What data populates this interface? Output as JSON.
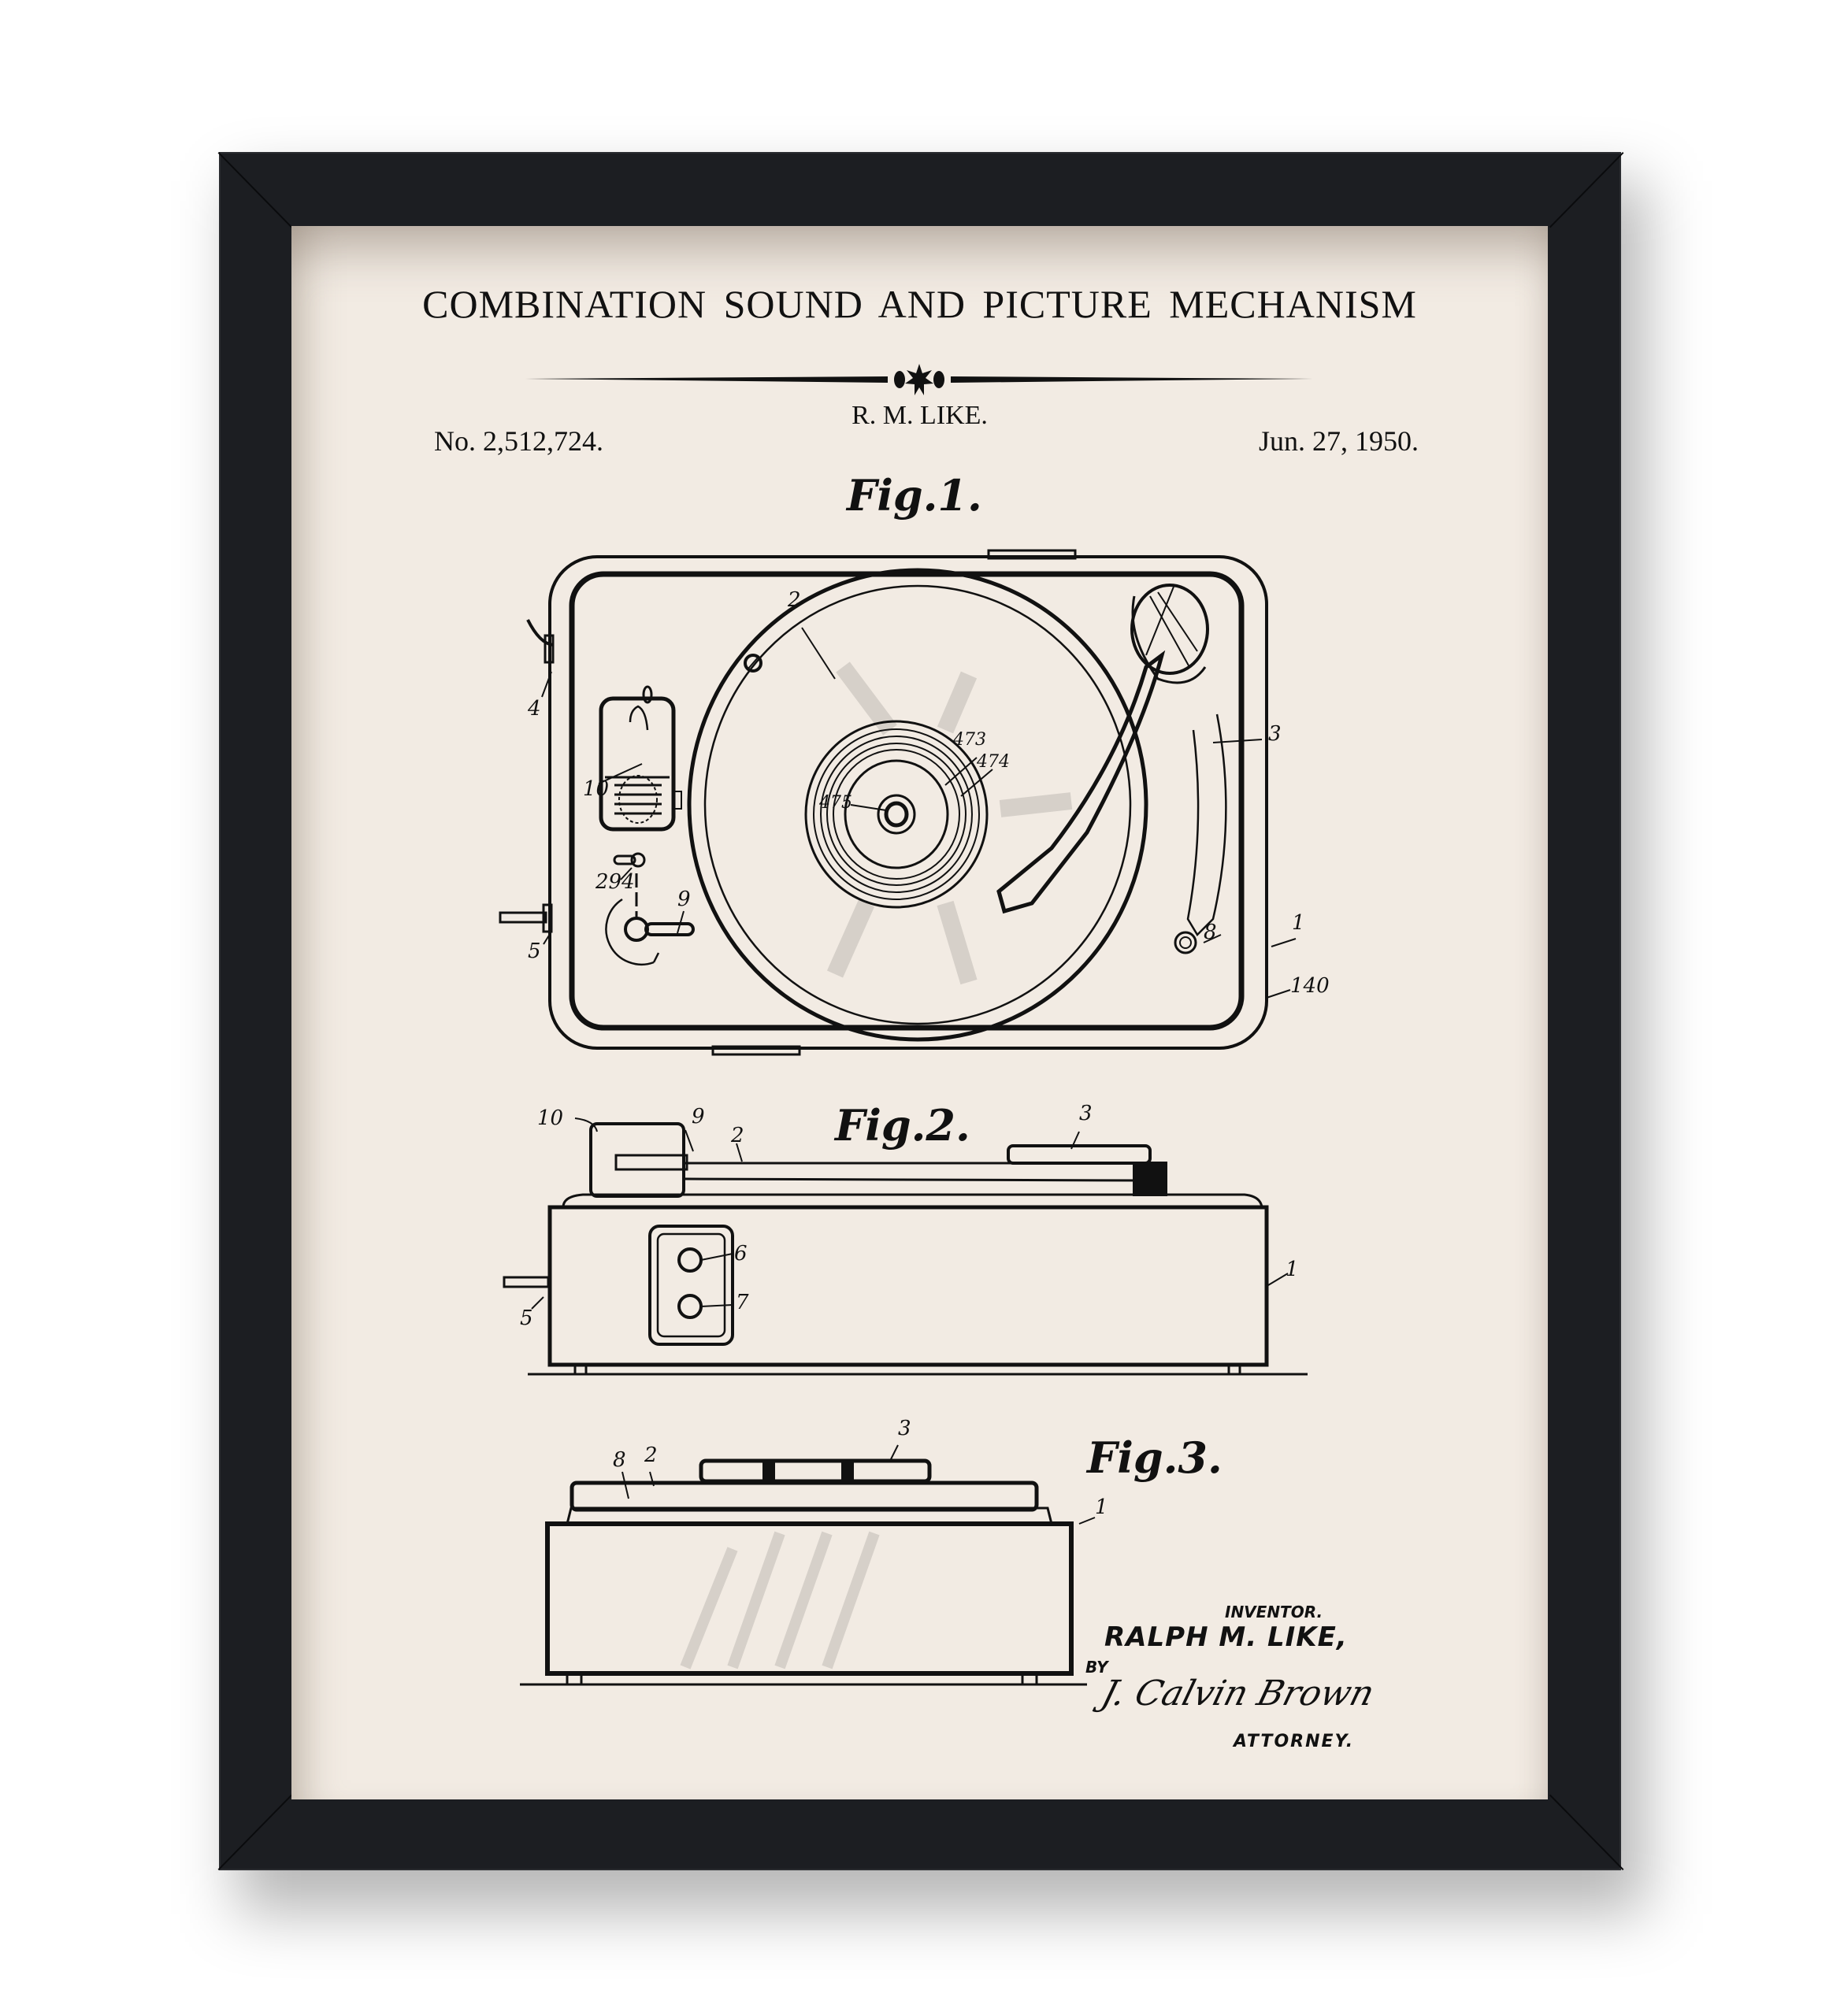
{
  "poster": {
    "title": "COMBINATION SOUND AND PICTURE MECHANISM",
    "inventor_short": "R. M. LIKE.",
    "patent_number": "No. 2,512,724.",
    "date": "Jun. 27, 1950.",
    "divider_icon": "star-ornament-icon"
  },
  "figures": {
    "fig1": {
      "label": "Fig.1.",
      "refs": [
        "2",
        "3",
        "4",
        "10",
        "473",
        "474",
        "475",
        "294",
        "9",
        "5",
        "1",
        "8",
        "140"
      ]
    },
    "fig2": {
      "label": "Fig.2.",
      "refs": [
        "10",
        "9",
        "2",
        "3",
        "6",
        "7",
        "1",
        "5"
      ]
    },
    "fig3": {
      "label": "Fig.3.",
      "refs": [
        "8",
        "2",
        "3",
        "1"
      ]
    }
  },
  "signature_block": {
    "inventor_heading": "INVENTOR.",
    "inventor_name": "RALPH M. LIKE,",
    "by": "BY",
    "signature": "J. Calvin Brown",
    "attorney": "ATTORNEY."
  },
  "colors": {
    "frame": "#1c1e22",
    "paper": "#f2ebe3",
    "ink": "#111111",
    "background": "#ffffff"
  }
}
